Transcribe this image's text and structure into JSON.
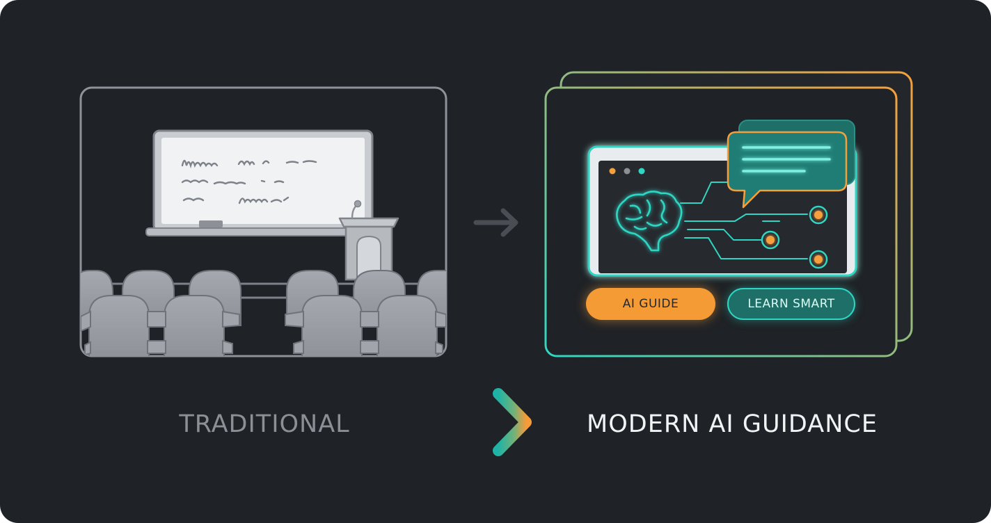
{
  "left_panel": {
    "caption": "TRADITIONAL"
  },
  "right_panel": {
    "caption": "MODERN AI GUIDANCE",
    "buttons": {
      "ai_guide": "AI GUIDE",
      "learn_smart": "LEARN SMART"
    }
  },
  "icons": [
    "whiteboard-icon",
    "podium-icon",
    "microphone-icon",
    "classroom-seat-icon",
    "brain-icon",
    "chat-bubble-icon",
    "arrow-right-icon"
  ],
  "colors": {
    "background": "#1f2226",
    "traditional_gray": "#9ea2a8",
    "teal": "#2fd6c3",
    "orange": "#f5a03d"
  }
}
